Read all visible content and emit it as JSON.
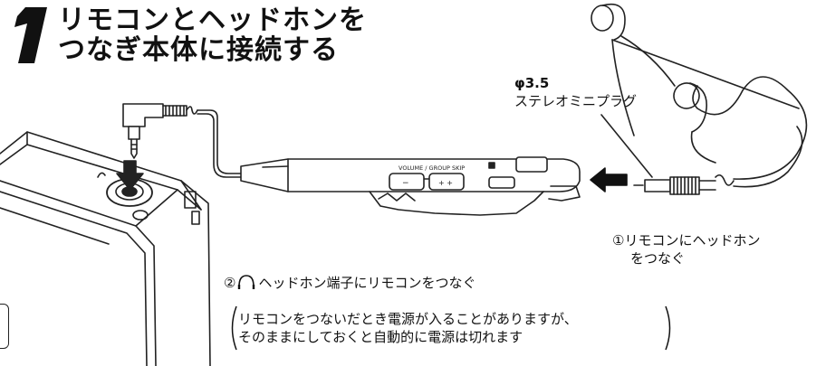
{
  "step": {
    "number": "1",
    "title_line1": "リモコンとヘッドホンを",
    "title_line2": "つなぎ本体に接続する"
  },
  "labels": {
    "plug_spec": "φ3.5",
    "plug_name": "ステレオミニプラグ",
    "step1_line1": "①リモコンにヘッドホン",
    "step1_line2": "をつなぐ",
    "step2_prefix": "②",
    "step2_text": "ヘッドホン端子にリモコンをつなぐ",
    "remote_buttons": "VOLUME / GROUP SKIP",
    "remote_minus": "−",
    "remote_plus": "+ +"
  },
  "note": {
    "line1": "リモコンをつないだとき電源が入ることがありますが、",
    "line2": "そのままにしておくと自動的に電源は切れます"
  },
  "icons": [
    "headphone-jack-icon",
    "down-arrow-icon",
    "left-arrow-icon"
  ]
}
